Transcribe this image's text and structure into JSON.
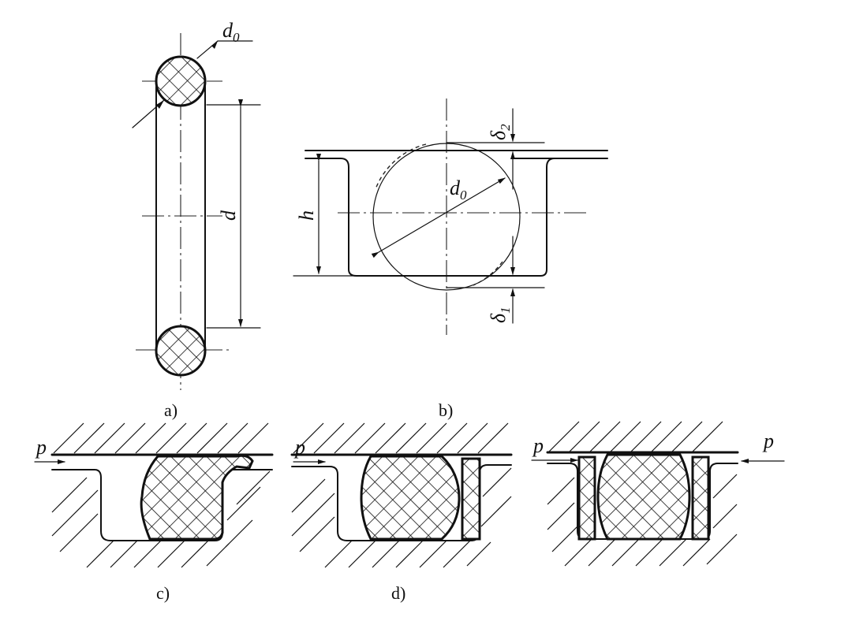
{
  "labels": {
    "d0": "d",
    "d0_sub": "0",
    "d": "d",
    "h": "h",
    "delta2": "δ",
    "delta2_sub": "2",
    "delta1": "δ",
    "delta1_sub": "1",
    "p": "p"
  },
  "captions": {
    "a": "a)",
    "b": "b)",
    "c": "c)",
    "d": "d)"
  }
}
